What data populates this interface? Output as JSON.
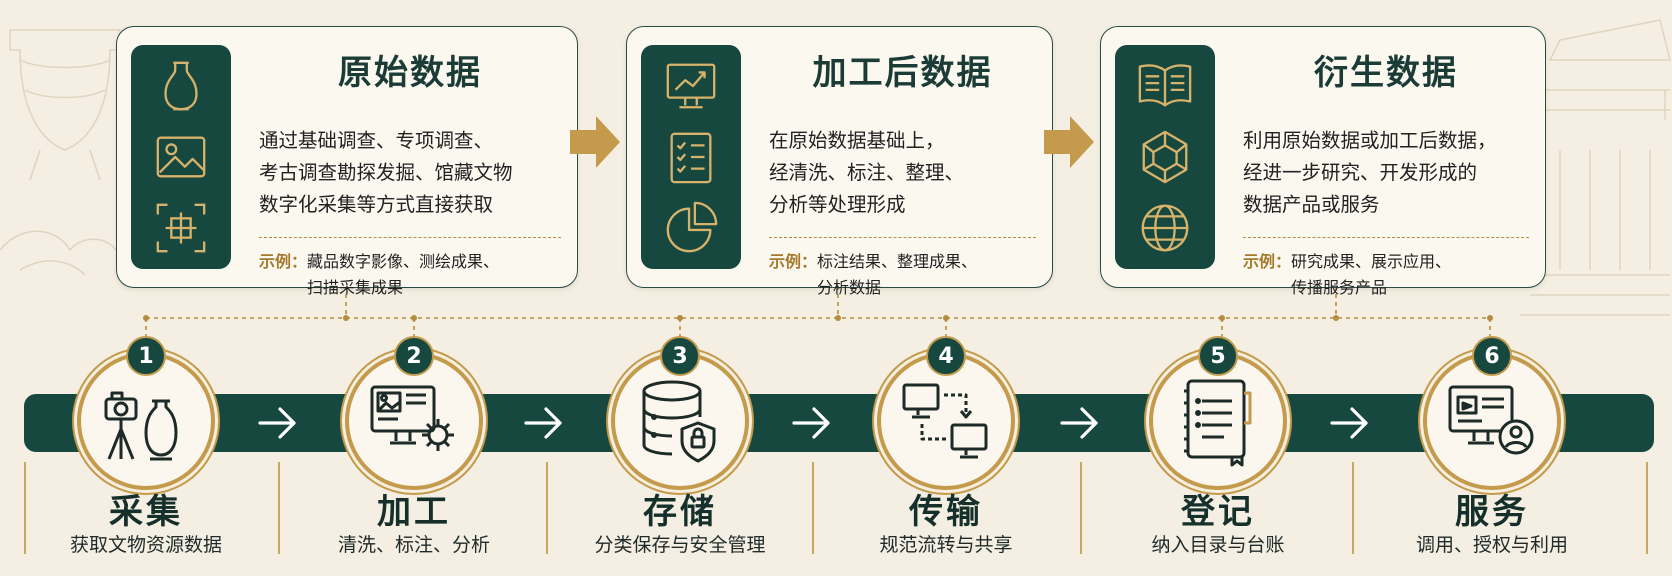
{
  "cards": [
    {
      "title": "原始数据",
      "desc": "通过基础调查、专项调查、\n考古调查勘探发掘、馆藏文物\n数字化采集等方式直接获取",
      "example_label": "示例：",
      "example": "藏品数字影像、测绘成果、\n扫描采集成果",
      "icons": [
        "vase-icon",
        "image-icon",
        "scan-frame-icon"
      ]
    },
    {
      "title": "加工后数据",
      "desc": "在原始数据基础上，\n经清洗、标注、整理、\n分析等处理形成",
      "example_label": "示例：",
      "example": "标注结果、整理成果、\n分析数据",
      "icons": [
        "monitor-chart-icon",
        "checklist-icon",
        "pie-chart-icon"
      ]
    },
    {
      "title": "衍生数据",
      "desc": "利用原始数据或加工后数据，\n经进一步研究、开发形成的\n数据产品或服务",
      "example_label": "示例：",
      "example": "研究成果、展示应用、\n传播服务产品",
      "icons": [
        "open-book-icon",
        "cube-network-icon",
        "globe-icon"
      ]
    }
  ],
  "stages": [
    {
      "num": "1",
      "name": "采集",
      "sub": "获取文物资源数据",
      "icon": "camera-vase-icon"
    },
    {
      "num": "2",
      "name": "加工",
      "sub": "清洗、标注、分析",
      "icon": "monitor-gear-icon"
    },
    {
      "num": "3",
      "name": "存储",
      "sub": "分类保存与安全管理",
      "icon": "database-lock-icon"
    },
    {
      "num": "4",
      "name": "传输",
      "sub": "规范流转与共享",
      "icon": "transfer-monitors-icon"
    },
    {
      "num": "5",
      "name": "登记",
      "sub": "纳入目录与台账",
      "icon": "ledger-book-icon"
    },
    {
      "num": "6",
      "name": "服务",
      "sub": "调用、授权与利用",
      "icon": "monitor-user-icon"
    }
  ],
  "colors": {
    "primary": "#164840",
    "gold": "#c49a4c",
    "background": "#f4efe2"
  }
}
